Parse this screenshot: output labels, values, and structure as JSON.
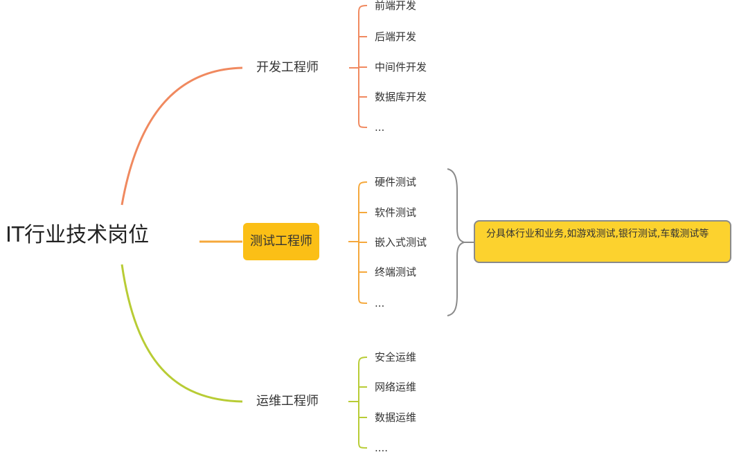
{
  "root": {
    "label": "IT行业技术岗位"
  },
  "branches": [
    {
      "label": "开发工程师",
      "color": "#f0895f",
      "children": [
        "前端开发",
        "后端开发",
        "中间件开发",
        "数据库开发",
        "..."
      ]
    },
    {
      "label": "测试工程师",
      "color": "#f5a83b",
      "highlight": "#fbbf16",
      "children": [
        "硬件测试",
        "软件测试",
        "嵌入式测试",
        "终端测试",
        "..."
      ]
    },
    {
      "label": "运维工程师",
      "color": "#b8cc35",
      "children": [
        "安全运维",
        "网络运维",
        "数据运维",
        "...."
      ]
    }
  ],
  "note": {
    "text": "分具体行业和业务,如游戏测试,银行测试,车载测试等",
    "background": "#fcd22e",
    "border": "#8a8a8a"
  }
}
